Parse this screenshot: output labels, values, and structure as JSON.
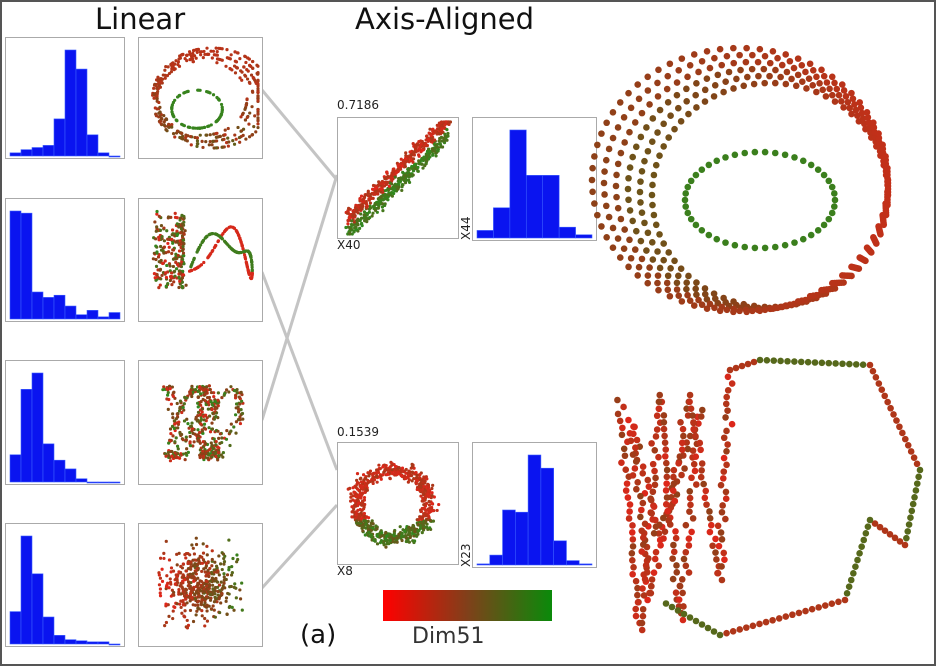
{
  "titles": {
    "linear": "Linear",
    "axis_aligned": "Axis-Aligned"
  },
  "linear_rows": [
    {
      "histogram": [
        0.03,
        0.06,
        0.08,
        0.1,
        0.35,
        1.0,
        0.82,
        0.2,
        0.03,
        0.0
      ],
      "scatter": "rings"
    },
    {
      "histogram": [
        1.0,
        0.98,
        0.25,
        0.2,
        0.22,
        0.12,
        0.04,
        0.08,
        0.02,
        0.06
      ],
      "scatter": "loop"
    },
    {
      "histogram": [
        0.25,
        0.85,
        1.0,
        0.35,
        0.2,
        0.12,
        0.03,
        0.0,
        0.0,
        0.0
      ],
      "scatter": "tangle"
    },
    {
      "histogram": [
        0.3,
        1.0,
        0.65,
        0.25,
        0.08,
        0.04,
        0.03,
        0.02,
        0.02,
        0.0
      ],
      "scatter": "blob"
    }
  ],
  "axis_aligned": [
    {
      "score": "0.7186",
      "x_label": "X40",
      "hist_label": "X44",
      "histogram": [
        0.07,
        0.28,
        1.0,
        0.58,
        0.58,
        0.1,
        0.03
      ],
      "scatter": "diagonal"
    },
    {
      "score": "0.1539",
      "x_label": "X8",
      "hist_label": "X23",
      "histogram": [
        0.01,
        0.09,
        0.5,
        0.48,
        1.0,
        0.88,
        0.22,
        0.04,
        0.01
      ],
      "scatter": "donut"
    }
  ],
  "colorbar": {
    "label": "Dim51",
    "colors": [
      "#ff0000",
      "#80401a",
      "#0a8a0a"
    ]
  },
  "subfigure_label": "(a)",
  "colors": {
    "histogram": "#0a14f0",
    "red": "#e0261a",
    "green": "#2f8a1e",
    "connector": "#c4c4c4"
  }
}
